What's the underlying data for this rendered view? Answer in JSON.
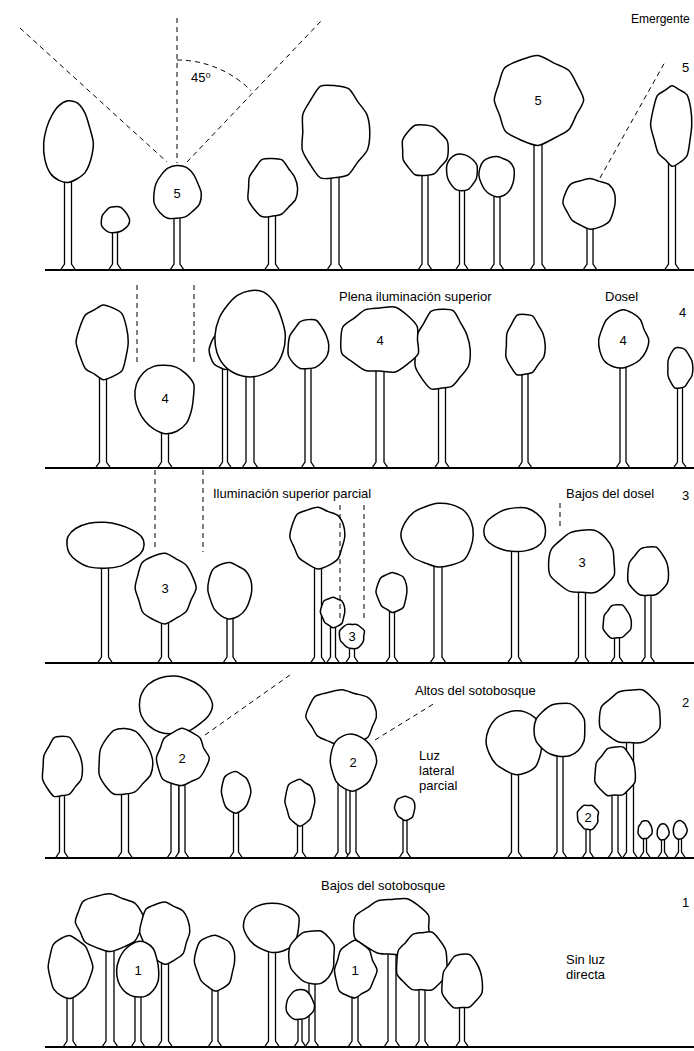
{
  "diagram": {
    "nodes": [
      {
        "text": [
          "5"
        ]
      },
      {
        "text": [
          "5"
        ]
      },
      {
        "text": [
          "4"
        ]
      },
      {
        "text": [
          "4"
        ]
      },
      {
        "text": [
          "4"
        ]
      },
      {
        "text": [
          "3"
        ]
      },
      {
        "text": [
          "3"
        ]
      },
      {
        "text": [
          "3"
        ]
      },
      {
        "text": [
          "2"
        ]
      },
      {
        "text": [
          "2"
        ]
      },
      {
        "text": [
          "2"
        ]
      },
      {
        "text": [
          "1"
        ]
      },
      {
        "text": [
          "1"
        ]
      }
    ],
    "labels": [
      "Emergente",
      "45⁰",
      "5",
      "Plena iluminación superior",
      "Dosel",
      "4",
      "Iluminación superior parcial",
      "Bajos del dosel",
      "3",
      "Altos del sotobosque",
      "2",
      "Luz lateral parcial",
      "Bajos del sotobosque",
      "1",
      "Sin luz directa"
    ]
  }
}
